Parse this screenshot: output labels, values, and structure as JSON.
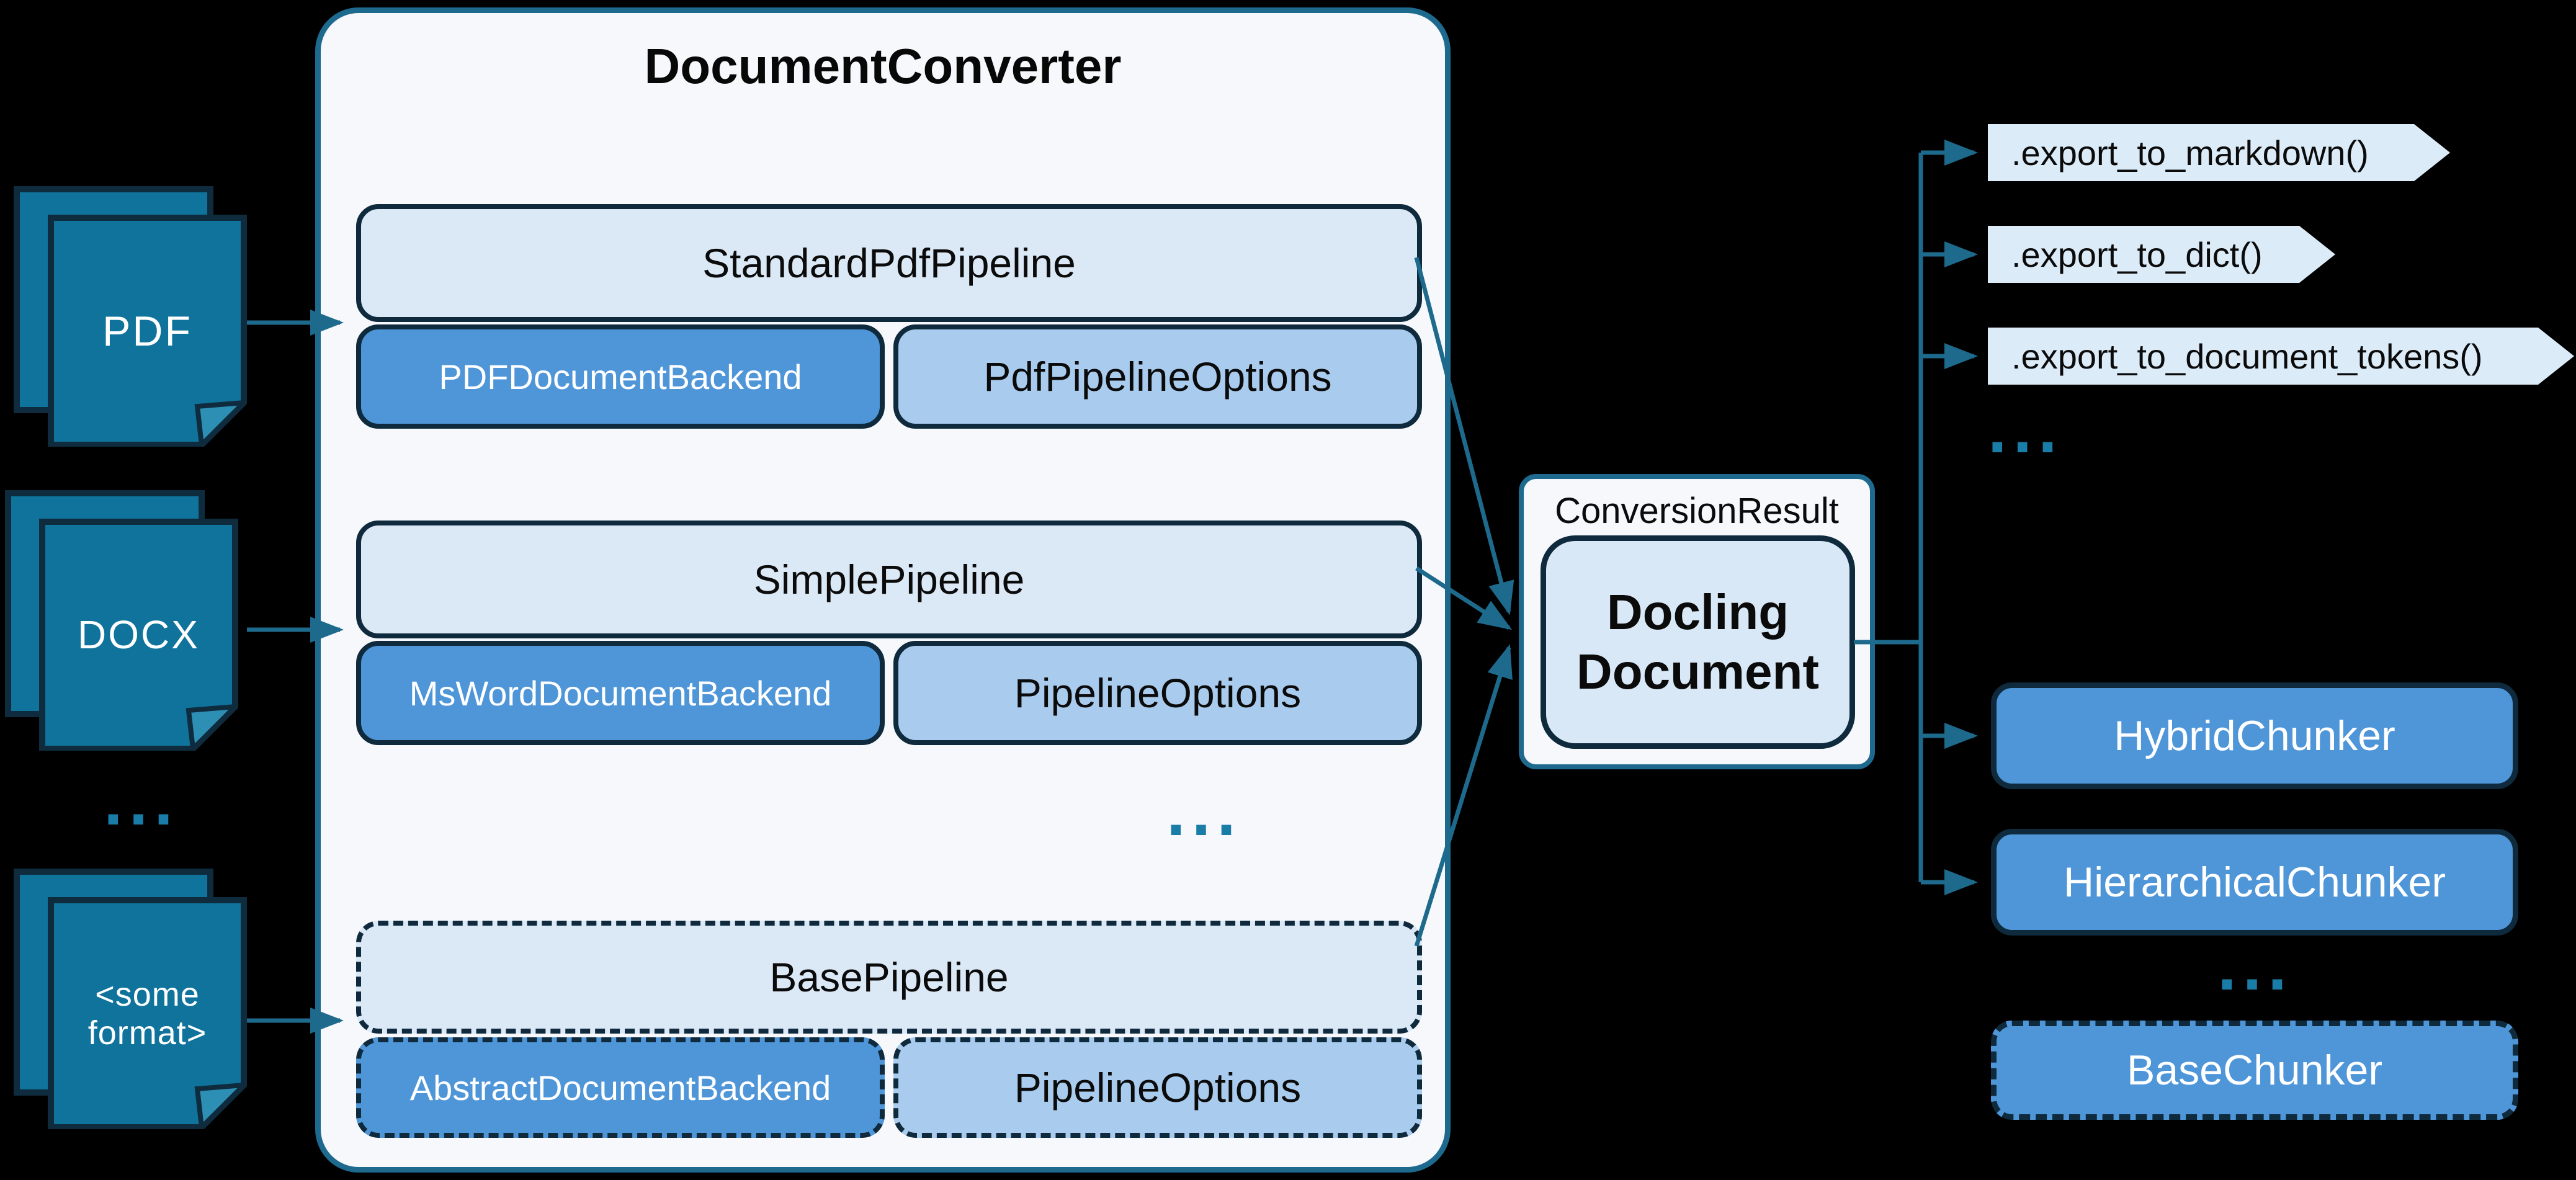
{
  "colors": {
    "background": "#000000",
    "document_fill": "#0f739c",
    "document_fold": "#2e8fb4",
    "dark_border": "#0e2a3c",
    "teal_border": "#1d6a8e",
    "connector": "#1e6a8d",
    "container_fill": "#f6f8fc",
    "light_box_fill": "#dbe8f6",
    "medium_blue_fill": "#4f96d9",
    "options_fill": "#a9cbed",
    "docling_fill": "#d9e8f6",
    "chevron_fill": "#dcebf8",
    "ellipsis_color": "#1a7da7"
  },
  "inputs": {
    "pdf": "PDF",
    "docx": "DOCX",
    "ellipsis": "...",
    "some_format": "<some format>"
  },
  "converter": {
    "title": "DocumentConverter",
    "ellipsis": "...",
    "pipelines": [
      {
        "pipeline": "StandardPdfPipeline",
        "backend": "PDFDocumentBackend",
        "options": "PdfPipelineOptions"
      },
      {
        "pipeline": "SimplePipeline",
        "backend": "MsWordDocumentBackend",
        "options": "PipelineOptions"
      },
      {
        "pipeline": "BasePipeline",
        "backend": "AbstractDocumentBackend",
        "options": "PipelineOptions"
      }
    ]
  },
  "result": {
    "label": "ConversionResult",
    "document_line1": "Docling",
    "document_line2": "Document"
  },
  "exports": {
    "items": [
      ".export_to_markdown()",
      ".export_to_dict()",
      ".export_to_document_tokens()"
    ],
    "ellipsis": "..."
  },
  "chunkers": {
    "items": [
      "HybridChunker",
      "HierarchicalChunker"
    ],
    "ellipsis": "...",
    "base": "BaseChunker"
  }
}
